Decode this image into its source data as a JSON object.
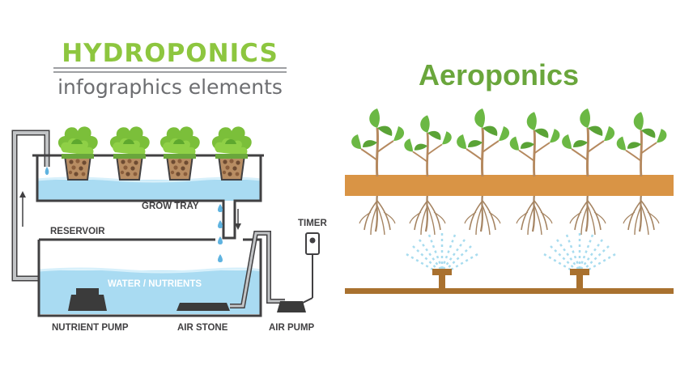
{
  "hydroponics": {
    "title": "HYDROPONICS",
    "subtitle": "infographics elements",
    "labels": {
      "grow_tray": "GROW TRAY",
      "reservoir": "RESERVOIR",
      "water_nutrients": "WATER / NUTRIENTS",
      "timer": "TIMER",
      "nutrient_pump": "NUTRIENT PUMP",
      "air_stone": "AIR STONE",
      "air_pump": "AIR PUMP"
    },
    "colors": {
      "title": "#8dc63f",
      "water": "#a9dbf2",
      "pipe": "#9d9fa2",
      "frame": "#414042",
      "pot": "#c4a27e",
      "lettuce": "#7bbf3a",
      "pump": "#3b3b3b"
    }
  },
  "aeroponics": {
    "title": "Aeroponics",
    "colors": {
      "title": "#6aa63c",
      "board": "#d99445",
      "stem": "#b5895f",
      "root": "#a58462",
      "leaf": "#6bb844",
      "pipe": "#a9712f",
      "mist": "#a8dcef"
    }
  }
}
